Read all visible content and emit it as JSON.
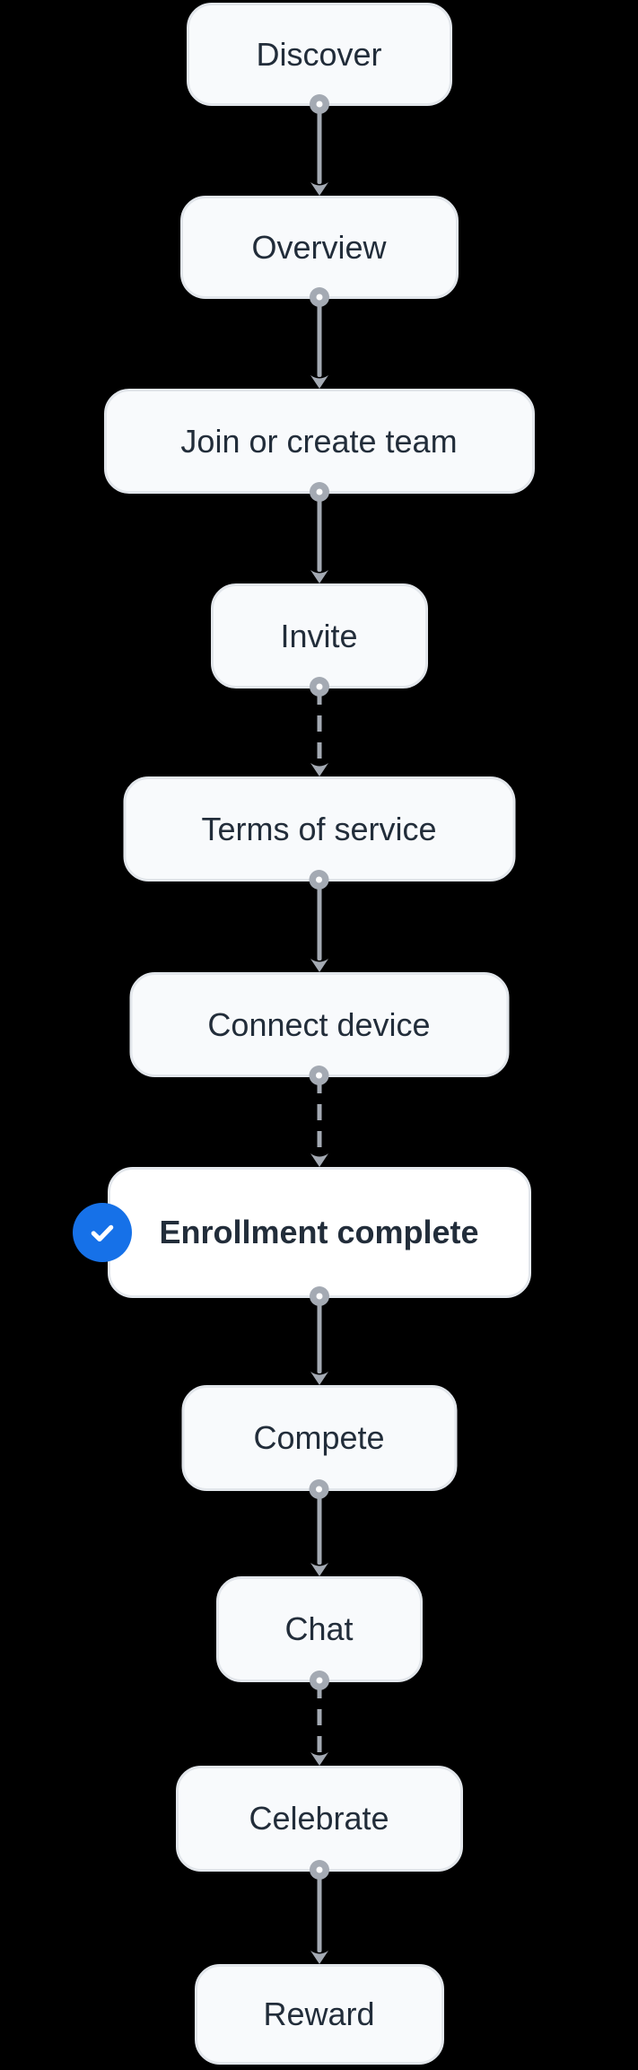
{
  "diagram": {
    "type": "flowchart",
    "direction": "top-to-bottom",
    "steps": [
      {
        "label": "Discover",
        "state": "default",
        "connector_to_next": "solid"
      },
      {
        "label": "Overview",
        "state": "default",
        "connector_to_next": "solid"
      },
      {
        "label": "Join or create team",
        "state": "default",
        "connector_to_next": "solid"
      },
      {
        "label": "Invite",
        "state": "default",
        "connector_to_next": "dashed"
      },
      {
        "label": "Terms of service",
        "state": "default",
        "connector_to_next": "solid"
      },
      {
        "label": "Connect device",
        "state": "default",
        "connector_to_next": "dashed"
      },
      {
        "label": "Enrollment complete",
        "state": "completed",
        "connector_to_next": "solid"
      },
      {
        "label": "Compete",
        "state": "default",
        "connector_to_next": "solid"
      },
      {
        "label": "Chat",
        "state": "default",
        "connector_to_next": "dashed"
      },
      {
        "label": "Celebrate",
        "state": "default",
        "connector_to_next": "solid"
      },
      {
        "label": "Reward",
        "state": "default",
        "connector_to_next": null
      }
    ],
    "colors": {
      "background": "#000000",
      "node_fill": "#f8fafc",
      "node_border": "#e2e6eb",
      "completed_node_fill": "#ffffff",
      "text": "#222d3a",
      "connector": "#a4aab3",
      "check_circle": "#1671e8",
      "check_mark": "#ffffff"
    }
  }
}
